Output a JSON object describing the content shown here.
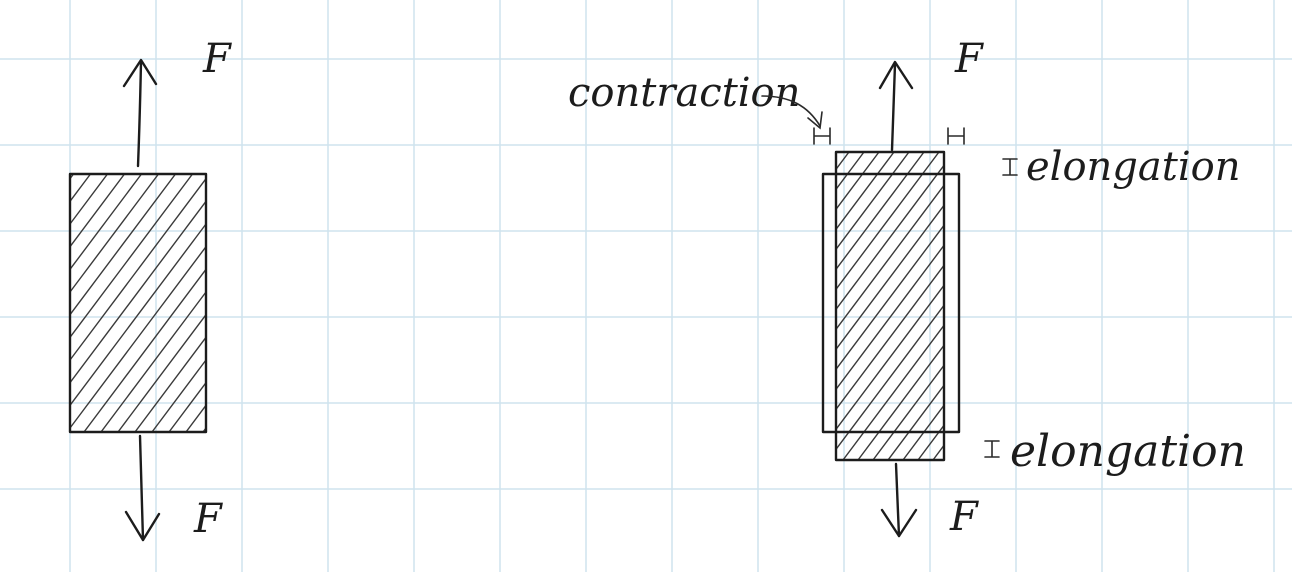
{
  "colors": {
    "paper": "#ffffff",
    "grid": "#cfe3ee",
    "ink": "#1c1c1c"
  },
  "left_figure": {
    "force_top": "F",
    "force_bottom": "F"
  },
  "right_figure": {
    "force_top": "F",
    "force_bottom": "F",
    "contraction_label": "contraction",
    "elongation_top": "elongation",
    "elongation_bottom": "elongation"
  }
}
